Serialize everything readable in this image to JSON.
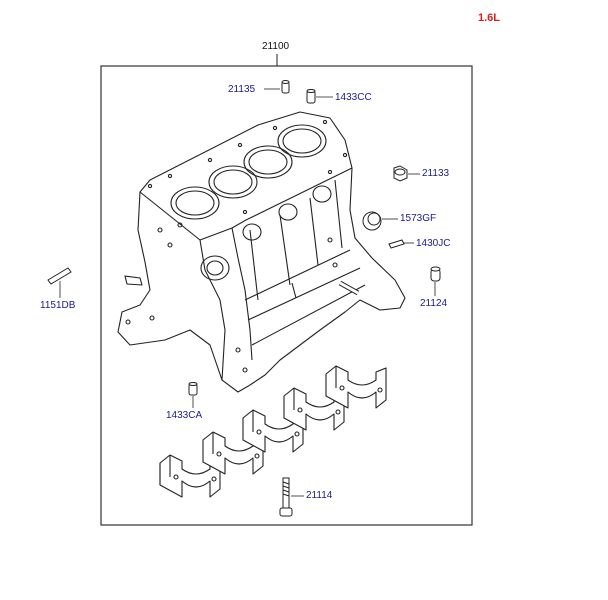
{
  "variant": {
    "text": "1.6L",
    "color": "#d42020"
  },
  "colors": {
    "part_number": "#1a1a8c",
    "line": "#222222",
    "frame": "#333333"
  },
  "parts": {
    "main": "21100",
    "p21135": "21135",
    "p1433CC": "1433CC",
    "p21133": "21133",
    "p1573GF": "1573GF",
    "p1430JC": "1430JC",
    "p21124": "21124",
    "p1151DB": "1151DB",
    "p1433CA": "1433CA",
    "p21114": "21114"
  }
}
